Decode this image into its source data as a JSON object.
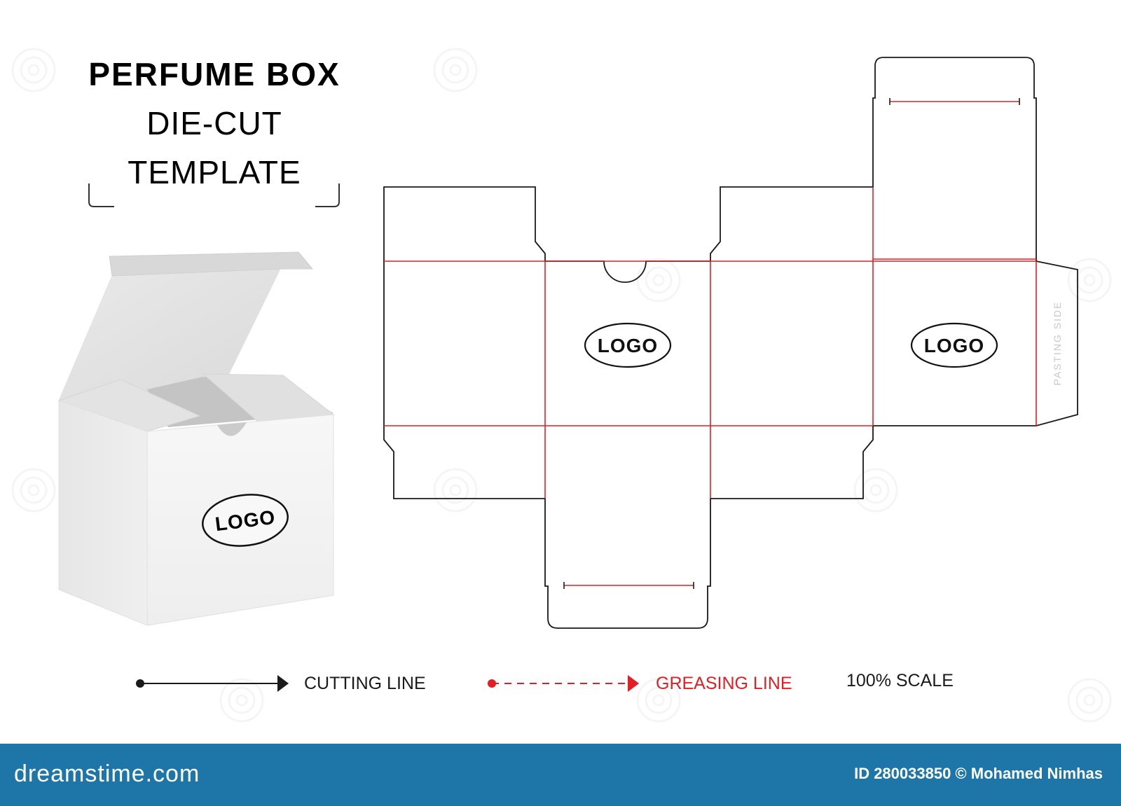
{
  "title": {
    "line1": "PERFUME BOX",
    "line2": "DIE-CUT",
    "line3": "TEMPLATE"
  },
  "box_illustration": {
    "logo_text": "LOGO"
  },
  "dieline": {
    "front_panel_logo": "LOGO",
    "back_panel_logo": "LOGO",
    "pasting_label": "PASTING SIDE"
  },
  "legend": {
    "cutting_label": "CUTTING LINE",
    "greasing_label": "GREASING LINE",
    "scale_label": "100% SCALE"
  },
  "colors": {
    "cut_line": "#1a1a1a",
    "crease_line": "#e31e24",
    "footer_bg": "#1e76a8"
  },
  "footer": {
    "site": "dreamstime.com",
    "credit": "ID 280033850 © Mohamed Nimhas"
  }
}
